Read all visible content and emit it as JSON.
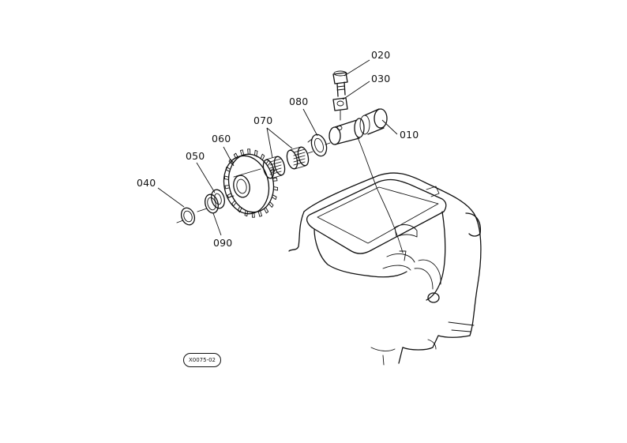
{
  "callouts": {
    "p010": "010",
    "p020": "020",
    "p030": "030",
    "p040": "040",
    "p050": "050",
    "p060": "060",
    "p070": "070",
    "p080": "080",
    "p090": "090"
  },
  "figure_code": "X0075-02"
}
